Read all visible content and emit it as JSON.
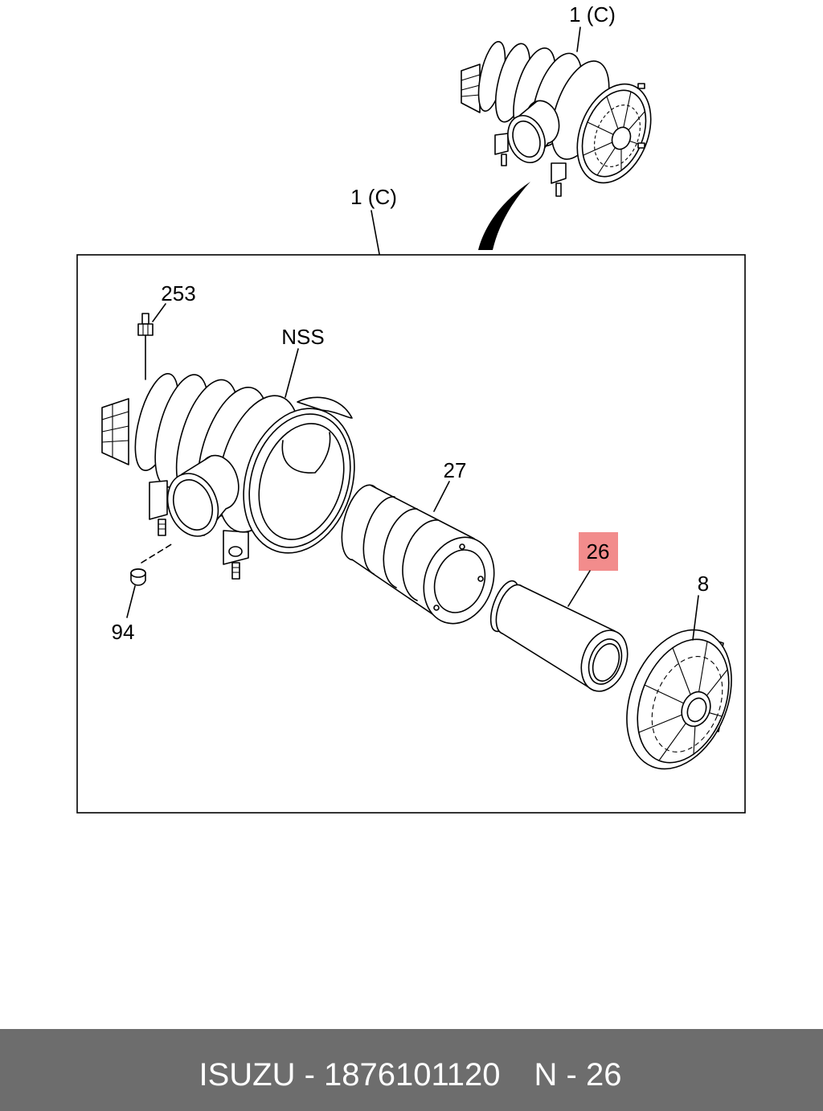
{
  "diagram": {
    "labels": {
      "top_assembly": "1 (C)",
      "frame_assembly": "1 (C)",
      "part_253": "253",
      "part_nss": "NSS",
      "part_27": "27",
      "part_26": "26",
      "part_8": "8",
      "part_94": "94"
    },
    "highlight_color": "#f28c8c"
  },
  "footer": {
    "part_number": "ISUZU - 1876101120",
    "reference": "N - 26",
    "background_color": "#6d6d6d",
    "text_color": "#ffffff"
  }
}
